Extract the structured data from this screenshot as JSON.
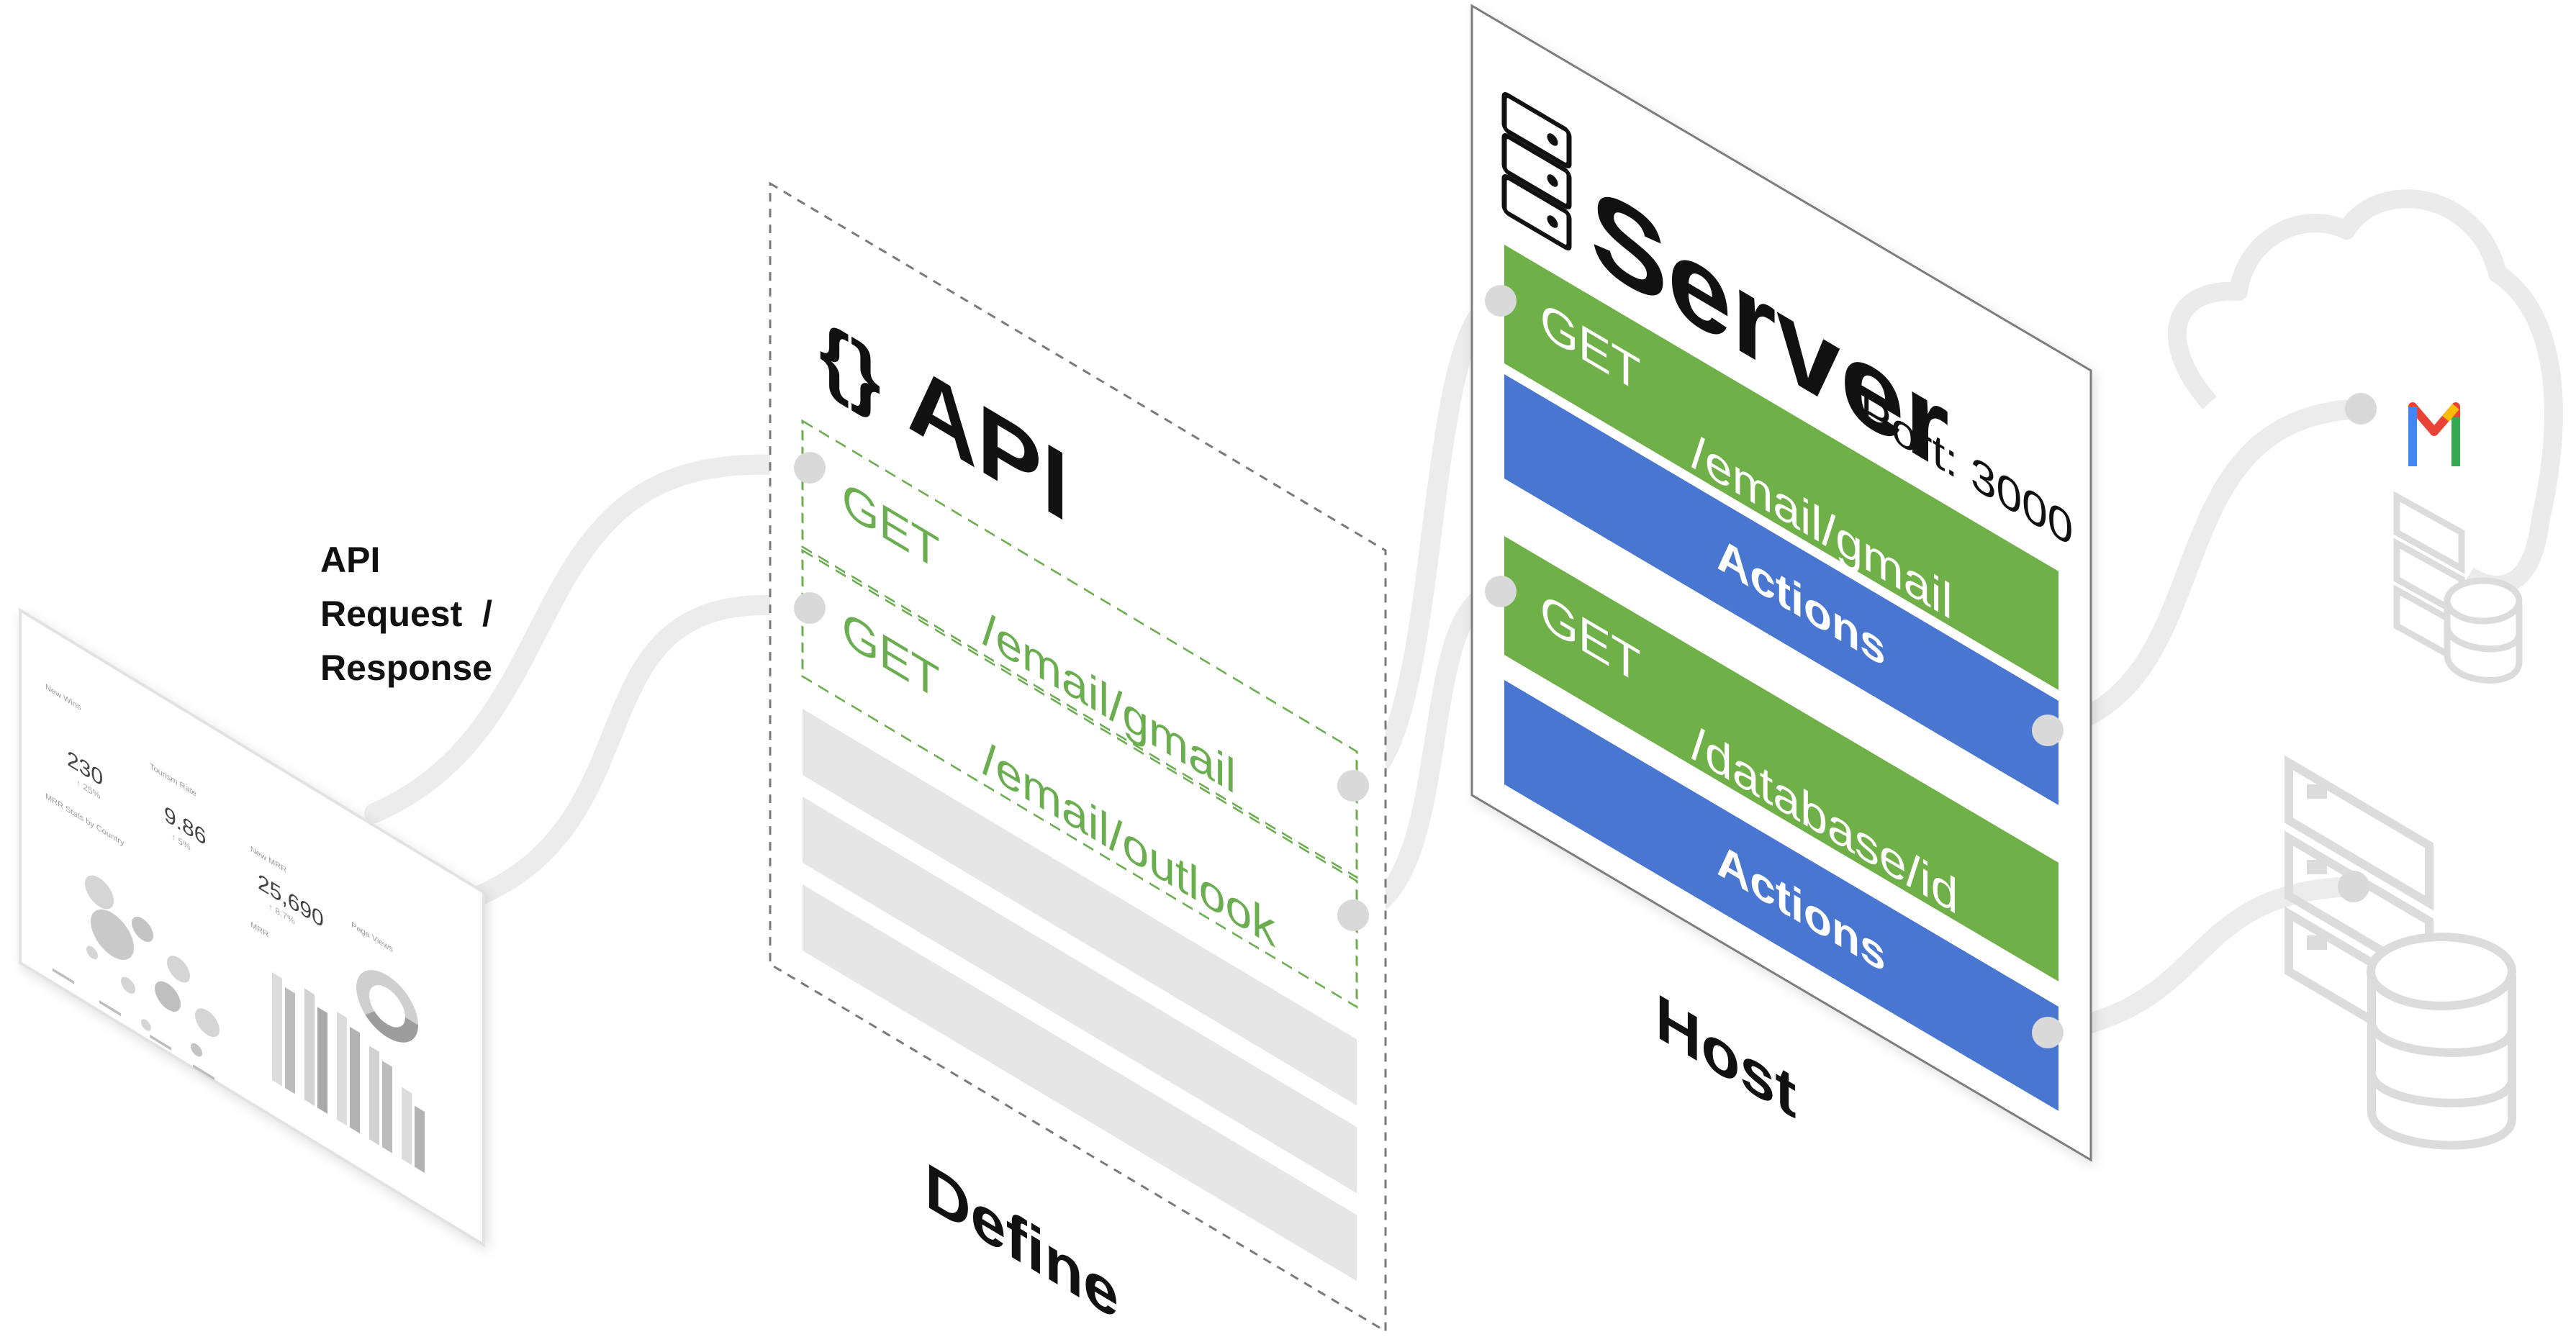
{
  "client": {
    "caption_line1": "API",
    "caption_line2": "Request  /",
    "caption_line3": "Response",
    "dashboard": {
      "stat1_label": "New Wins",
      "stat1_value": "230",
      "stat1_delta": "↑ 25%",
      "stat2_label": "Tourism Rate",
      "stat2_value": "9.86",
      "stat2_delta": "↑ 5%",
      "stat3_label": "New MRR",
      "stat3_value": "25,690",
      "stat3_delta": "↑ 8.7%",
      "section1_label": "MRR Stats by Country",
      "section2_label": "MRR",
      "section3_label": "Page Views"
    }
  },
  "api": {
    "icon_glyph": "{}",
    "title": "API",
    "routes": [
      {
        "method": "GET",
        "path": "/email/gmail"
      },
      {
        "method": "GET",
        "path": "/email/outlook"
      }
    ],
    "footer_label": "Define"
  },
  "server": {
    "title": "Server",
    "port_label": "Port: 3000",
    "routes": [
      {
        "method": "GET",
        "path": "/email/gmail",
        "actions_label": "Actions"
      },
      {
        "method": "GET",
        "path": "/database/id",
        "actions_label": "Actions"
      }
    ],
    "footer_label": "Host"
  },
  "services": {
    "gmail_logo_letter": "M"
  },
  "colors": {
    "route_green": "#6fb048",
    "actions_blue": "#4876d0",
    "connector_gray": "#ececec",
    "node_gray": "#d9d9d9",
    "placeholder_gray": "#e6e6e6"
  }
}
